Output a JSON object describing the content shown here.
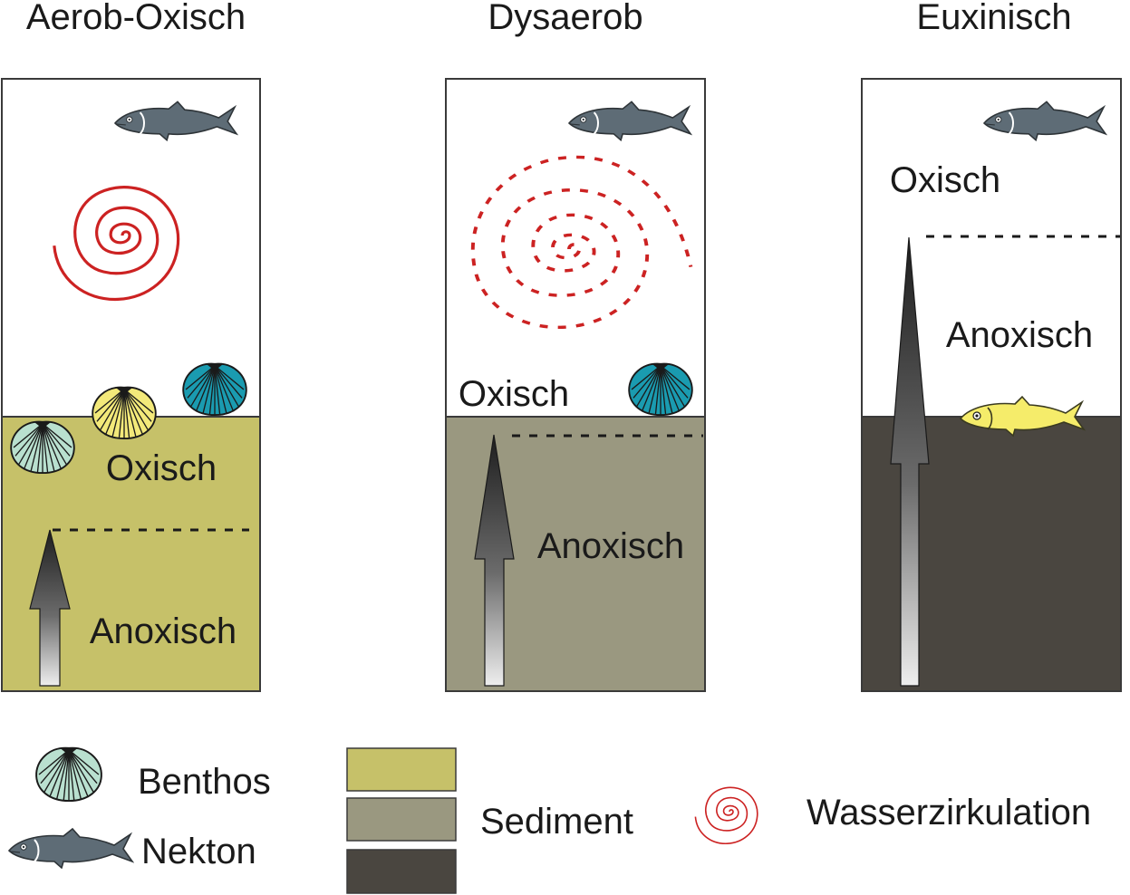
{
  "colors": {
    "sediment_aerob": "#c6c169",
    "sediment_dysaerob": "#9a9880",
    "sediment_euxinisch": "#4a4640",
    "circulation_red": "#cc2222",
    "nekton_fish": "#5e6c76",
    "euxinic_fish": "#f5ec6a",
    "shell_teal": "#1a9bb0",
    "shell_yellow": "#f3e97a",
    "shell_mint": "#b9e0cf",
    "panel_border": "#3a3a3a"
  },
  "panels": [
    {
      "title": "Aerob-Oxisch",
      "labels": {
        "upper": "Oxisch",
        "lower": "Anoxisch"
      },
      "circulation": "strong",
      "icons": [
        "nekton-fish-icon",
        "benthos-shell-icon",
        "benthos-shell-icon",
        "benthos-shell-icon",
        "spiral-icon",
        "arrow-up-icon"
      ]
    },
    {
      "title": "Dysaerob",
      "labels": {
        "upper": "Oxisch",
        "lower": "Anoxisch"
      },
      "circulation": "weak",
      "icons": [
        "nekton-fish-icon",
        "benthos-shell-icon",
        "dashed-spiral-icon",
        "arrow-up-icon"
      ]
    },
    {
      "title": "Euxinisch",
      "labels": {
        "upper": "Oxisch",
        "lower": "Anoxisch"
      },
      "circulation": "none",
      "icons": [
        "nekton-fish-icon",
        "dead-fish-icon",
        "arrow-up-icon"
      ]
    }
  ],
  "legend": {
    "benthos": "Benthos",
    "nekton": "Nekton",
    "sediment": "Sediment",
    "circulation": "Wasserzirkulation"
  }
}
